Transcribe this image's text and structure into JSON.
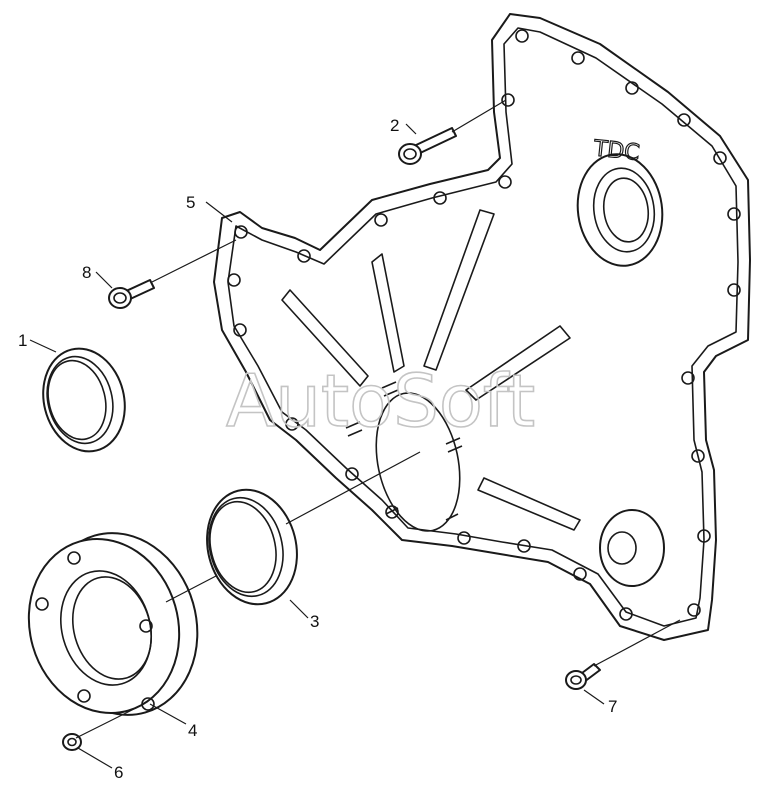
{
  "watermark": "AutoSoft",
  "cover_marking": "TDC",
  "callouts": {
    "c1": "1",
    "c2": "2",
    "c3": "3",
    "c4": "4",
    "c5": "5",
    "c6": "6",
    "c7": "7",
    "c8": "8"
  },
  "colors": {
    "line": "#1a1a1a",
    "watermark": "#c4c4c4",
    "background": "#ffffff"
  }
}
